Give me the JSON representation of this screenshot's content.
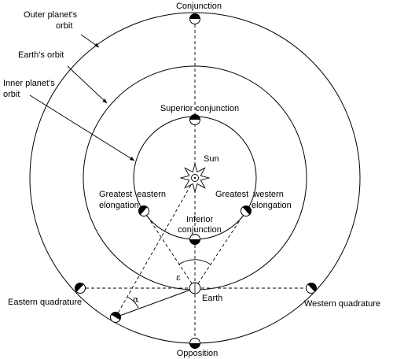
{
  "diagram": {
    "labels": {
      "conjunction": "Conjunction",
      "outer_orbit": [
        "Outer planet's",
        "orbit"
      ],
      "earth_orbit": "Earth's orbit",
      "inner_orbit": [
        "Inner planet's",
        "orbit"
      ],
      "superior_conjunction": "Superior conjunction",
      "sun": "Sun",
      "greatest_eastern": [
        "Greatest  eastern",
        "elongation"
      ],
      "greatest_western": [
        "Greatest  western",
        "elongation"
      ],
      "inferior_conjunction": [
        "Inferior",
        "conjunction"
      ],
      "epsilon": "ε",
      "alpha": "α",
      "earth": "Earth",
      "eastern_quadrature": "Eastern quadrature",
      "western_quadrature": "Western quadrature",
      "opposition": "Opposition"
    }
  }
}
